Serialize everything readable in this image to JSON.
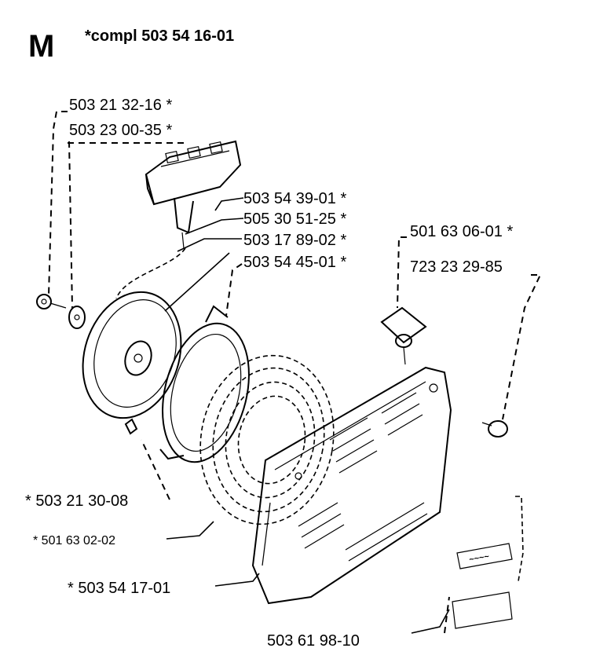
{
  "header": {
    "section_letter": "M",
    "title": "*compl 503 54 16-01"
  },
  "labels": {
    "pn_1": "503 21 32-16 *",
    "pn_2": "503 23 00-35 *",
    "pn_3": "503 54 39-01 *",
    "pn_4": "505 30 51-25 *",
    "pn_5": "503 17 89-02 *",
    "pn_6": "503 54 45-01 *",
    "pn_7": "501 63 06-01 *",
    "pn_8": "723 23 29-85",
    "pn_9": "* 503 21 30-08",
    "pn_10": "* 501 63 02-02",
    "pn_11": "* 503 54 17-01",
    "pn_12": "503 61 98-10"
  }
}
